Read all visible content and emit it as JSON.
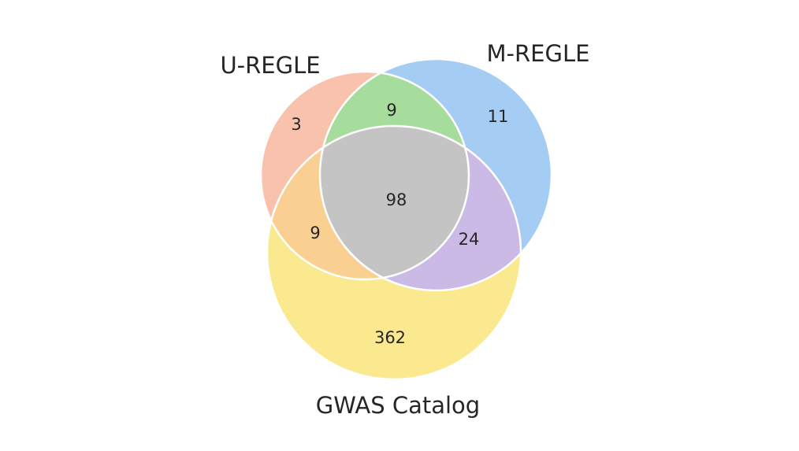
{
  "figure": {
    "background": "#ffffff",
    "outline_color": "#ffffff",
    "text_color": "#262626"
  },
  "venn": {
    "sets": [
      {
        "id": "uregle",
        "label": "U-REGLE"
      },
      {
        "id": "mregle",
        "label": "M-REGLE"
      },
      {
        "id": "gwas",
        "label": "GWAS Catalog"
      }
    ],
    "regions": [
      {
        "id": "uregle-only",
        "sets": [
          "U-REGLE"
        ],
        "value": "3",
        "color": "#F9C2AD"
      },
      {
        "id": "mregle-only",
        "sets": [
          "M-REGLE"
        ],
        "value": "11",
        "color": "#A5CCF3"
      },
      {
        "id": "gwas-only",
        "sets": [
          "GWAS Catalog"
        ],
        "value": "362",
        "color": "#FBE98F"
      },
      {
        "id": "uregle-mregle",
        "sets": [
          "U-REGLE",
          "M-REGLE"
        ],
        "value": "9",
        "color": "#A6DC9C"
      },
      {
        "id": "uregle-gwas",
        "sets": [
          "U-REGLE",
          "GWAS Catalog"
        ],
        "value": "9",
        "color": "#F9D092"
      },
      {
        "id": "mregle-gwas",
        "sets": [
          "M-REGLE",
          "GWAS Catalog"
        ],
        "value": "24",
        "color": "#CBB9E6"
      },
      {
        "id": "all-three",
        "sets": [
          "U-REGLE",
          "M-REGLE",
          "GWAS Catalog"
        ],
        "value": "98",
        "color": "#C4C4C4"
      }
    ]
  },
  "chart_data": {
    "type": "venn",
    "sets": [
      "U-REGLE",
      "M-REGLE",
      "GWAS Catalog"
    ],
    "regions": [
      {
        "sets": [
          "U-REGLE"
        ],
        "value": 3
      },
      {
        "sets": [
          "M-REGLE"
        ],
        "value": 11
      },
      {
        "sets": [
          "GWAS Catalog"
        ],
        "value": 362
      },
      {
        "sets": [
          "U-REGLE",
          "M-REGLE"
        ],
        "value": 9
      },
      {
        "sets": [
          "U-REGLE",
          "GWAS Catalog"
        ],
        "value": 9
      },
      {
        "sets": [
          "M-REGLE",
          "GWAS Catalog"
        ],
        "value": 24
      },
      {
        "sets": [
          "U-REGLE",
          "M-REGLE",
          "GWAS Catalog"
        ],
        "value": 98
      }
    ],
    "legend_position": "none",
    "background": "#ffffff"
  }
}
